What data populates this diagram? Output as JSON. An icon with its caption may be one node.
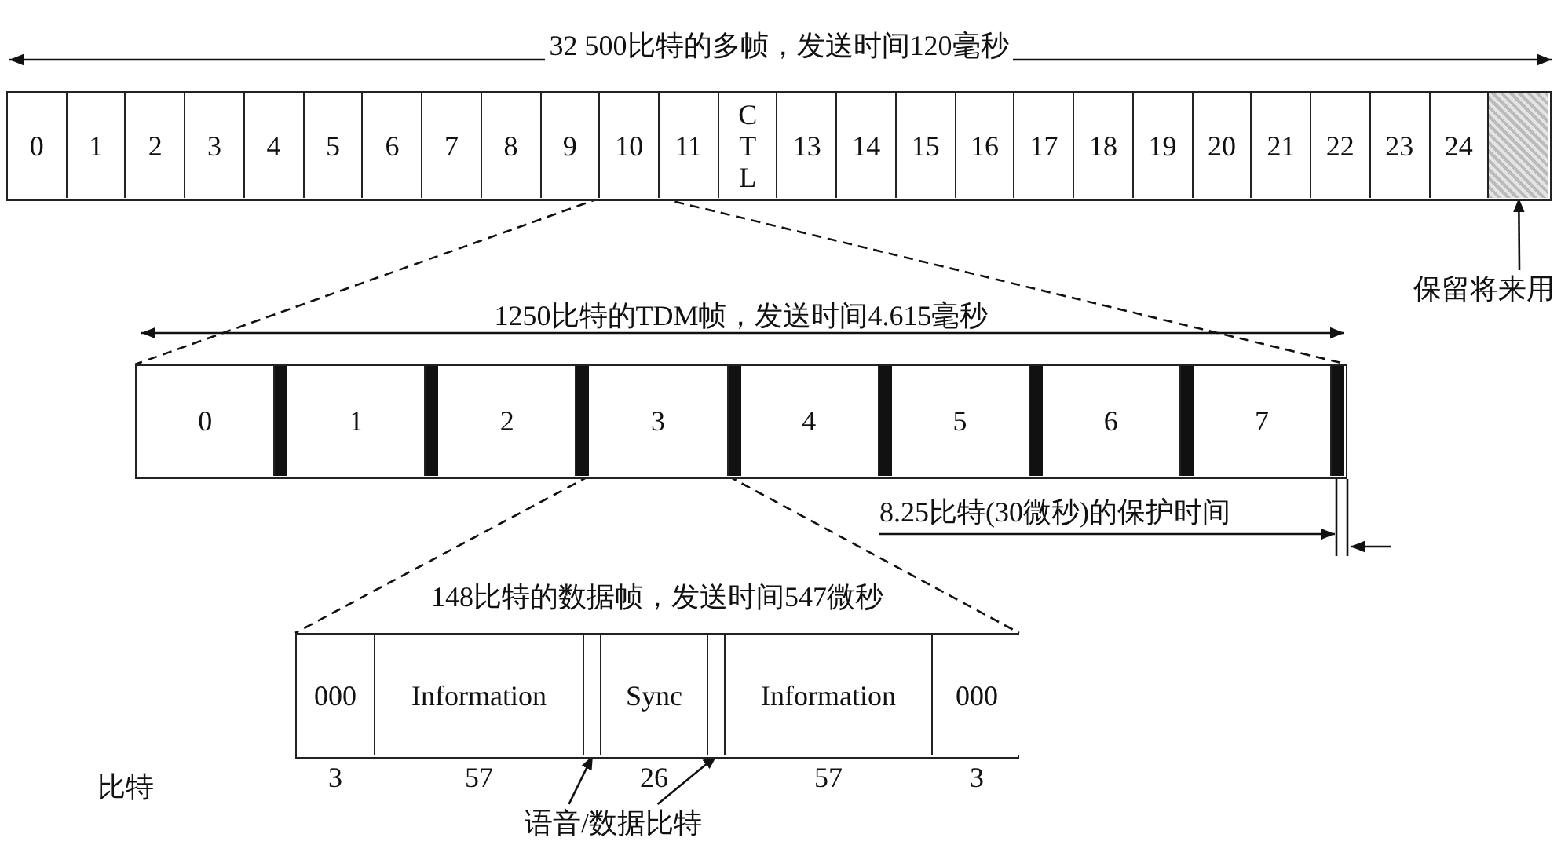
{
  "diagram": {
    "nodes": [
      {
        "text": [
          "32 500比特的多帧，发送时间120毫秒"
        ]
      },
      {
        "text": [
          "0"
        ],
        "in": 0
      },
      {
        "text": [
          "1"
        ],
        "in": 0
      },
      {
        "text": [
          "2"
        ],
        "in": 0
      },
      {
        "text": [
          "3"
        ],
        "in": 0
      },
      {
        "text": [
          "4"
        ],
        "in": 0
      },
      {
        "text": [
          "5"
        ],
        "in": 0
      },
      {
        "text": [
          "6"
        ],
        "in": 0
      },
      {
        "text": [
          "7"
        ],
        "in": 0
      },
      {
        "text": [
          "8"
        ],
        "in": 0
      },
      {
        "text": [
          "9"
        ],
        "in": 0
      },
      {
        "text": [
          "10"
        ],
        "in": 0
      },
      {
        "text": [
          "11"
        ],
        "in": 0
      },
      {
        "text": [
          "C T L"
        ],
        "in": 0
      },
      {
        "text": [
          "13"
        ],
        "in": 0
      },
      {
        "text": [
          "14"
        ],
        "in": 0
      },
      {
        "text": [
          "15"
        ],
        "in": 0
      },
      {
        "text": [
          "16"
        ],
        "in": 0
      },
      {
        "text": [
          "17"
        ],
        "in": 0
      },
      {
        "text": [
          "18"
        ],
        "in": 0
      },
      {
        "text": [
          "19"
        ],
        "in": 0
      },
      {
        "text": [
          "20"
        ],
        "in": 0
      },
      {
        "text": [
          "21"
        ],
        "in": 0
      },
      {
        "text": [
          "22"
        ],
        "in": 0
      },
      {
        "text": [
          "23"
        ],
        "in": 0
      },
      {
        "text": [
          "24"
        ],
        "in": 0
      },
      {
        "text": [],
        "shape": "box",
        "in": 0
      },
      {
        "text": [
          "保留将来用"
        ]
      },
      {
        "text": [
          "1250比特的TDM帧，发送时间4.615毫秒"
        ]
      },
      {
        "text": [
          "0"
        ],
        "in": 28
      },
      {
        "text": [],
        "shape": "bar",
        "in": 28
      },
      {
        "text": [
          "1"
        ],
        "in": 28
      },
      {
        "text": [],
        "shape": "bar",
        "in": 28
      },
      {
        "text": [
          "2"
        ],
        "in": 28
      },
      {
        "text": [],
        "shape": "bar",
        "in": 28
      },
      {
        "text": [
          "3"
        ],
        "in": 28
      },
      {
        "text": [],
        "shape": "bar",
        "in": 28
      },
      {
        "text": [
          "4"
        ],
        "in": 28
      },
      {
        "text": [],
        "shape": "bar",
        "in": 28
      },
      {
        "text": [
          "5"
        ],
        "in": 28
      },
      {
        "text": [],
        "shape": "bar",
        "in": 28
      },
      {
        "text": [
          "6"
        ],
        "in": 28
      },
      {
        "text": [],
        "shape": "bar",
        "in": 28
      },
      {
        "text": [
          "7"
        ],
        "in": 28
      },
      {
        "text": [],
        "shape": "bar",
        "in": 28
      },
      {
        "text": [
          "148比特的数据帧，发送时间547微秒"
        ]
      },
      {
        "text": [
          "000"
        ],
        "in": 45,
        "beside": [
          "3"
        ]
      },
      {
        "text": [
          "Information"
        ],
        "in": 45,
        "beside": [
          "57"
        ]
      },
      {
        "text": [],
        "shape": "box",
        "in": 45
      },
      {
        "text": [
          "Sync"
        ],
        "in": 45,
        "beside": [
          "26"
        ]
      },
      {
        "text": [],
        "shape": "box",
        "in": 45
      },
      {
        "text": [
          "Information"
        ],
        "in": 45,
        "beside": [
          "57"
        ]
      },
      {
        "text": [
          "000"
        ],
        "in": 45,
        "beside": [
          "3"
        ]
      },
      {
        "text": [
          "语音/数据比特"
        ]
      }
    ],
    "edges": [
      {
        "from": 27,
        "to": 26,
        "arrow": "to"
      },
      {
        "from": 11,
        "to": 28,
        "arrow": "none",
        "style": "dashed"
      },
      {
        "from": 11,
        "to": 28,
        "arrow": "none",
        "style": "dashed"
      },
      {
        "from": 35,
        "to": 45,
        "arrow": "none",
        "style": "dashed"
      },
      {
        "from": 35,
        "to": 45,
        "arrow": "none",
        "style": "dashed"
      },
      {
        "from": 53,
        "to": 48,
        "arrow": "to"
      },
      {
        "from": 53,
        "to": 50,
        "arrow": "to"
      }
    ],
    "labels": [
      "8.25比特(30微秒)的保护时间",
      "比特"
    ]
  }
}
